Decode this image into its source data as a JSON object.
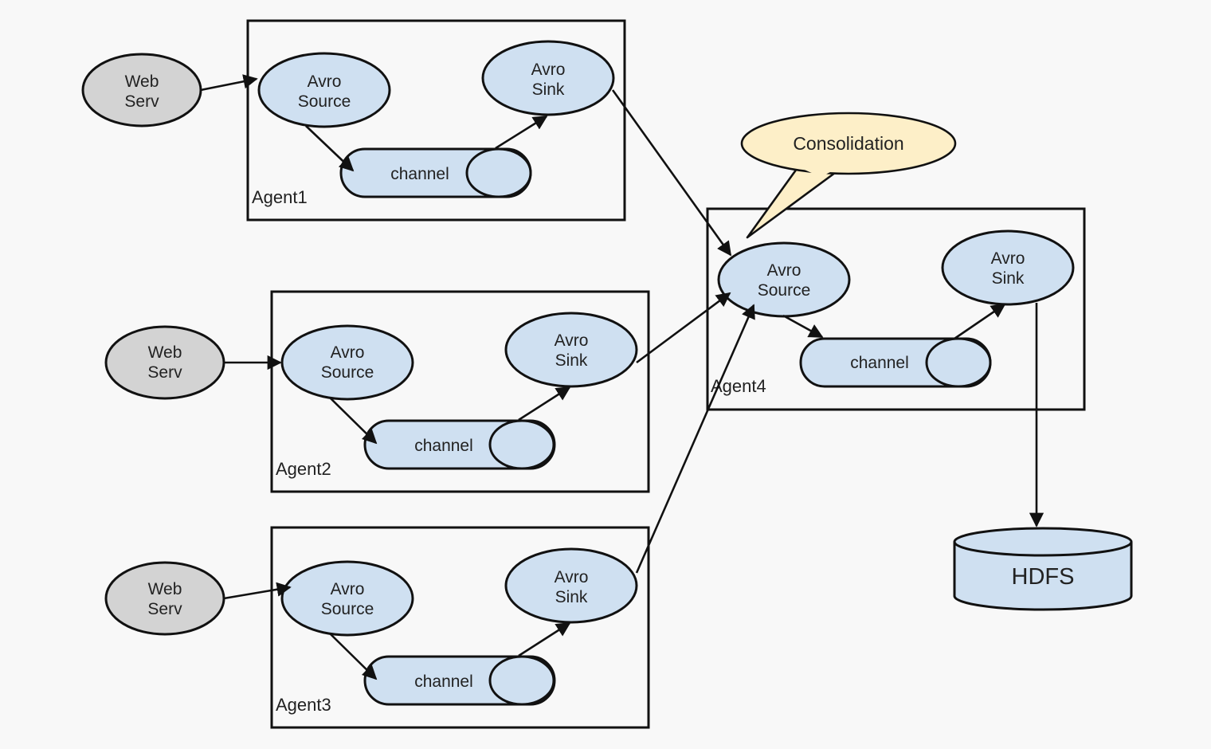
{
  "diagram": {
    "agents": [
      {
        "label": "Agent1",
        "web_server": [
          "Web",
          "Serv"
        ],
        "source": [
          "Avro",
          "Source"
        ],
        "sink": [
          "Avro",
          "Sink"
        ],
        "channel": "channel"
      },
      {
        "label": "Agent2",
        "web_server": [
          "Web",
          "Serv"
        ],
        "source": [
          "Avro",
          "Source"
        ],
        "sink": [
          "Avro",
          "Sink"
        ],
        "channel": "channel"
      },
      {
        "label": "Agent3",
        "web_server": [
          "Web",
          "Serv"
        ],
        "source": [
          "Avro",
          "Source"
        ],
        "sink": [
          "Avro",
          "Sink"
        ],
        "channel": "channel"
      },
      {
        "label": "Agent4",
        "source": [
          "Avro",
          "Source"
        ],
        "sink": [
          "Avro",
          "Sink"
        ],
        "channel": "channel"
      }
    ],
    "callout": "Consolidation",
    "storage": "HDFS",
    "colors": {
      "component_fill": "#cfe0f1",
      "web_server_fill": "#d3d3d3",
      "callout_fill": "#fdefc8",
      "stroke": "#111111",
      "background": "#f8f8f8"
    }
  }
}
